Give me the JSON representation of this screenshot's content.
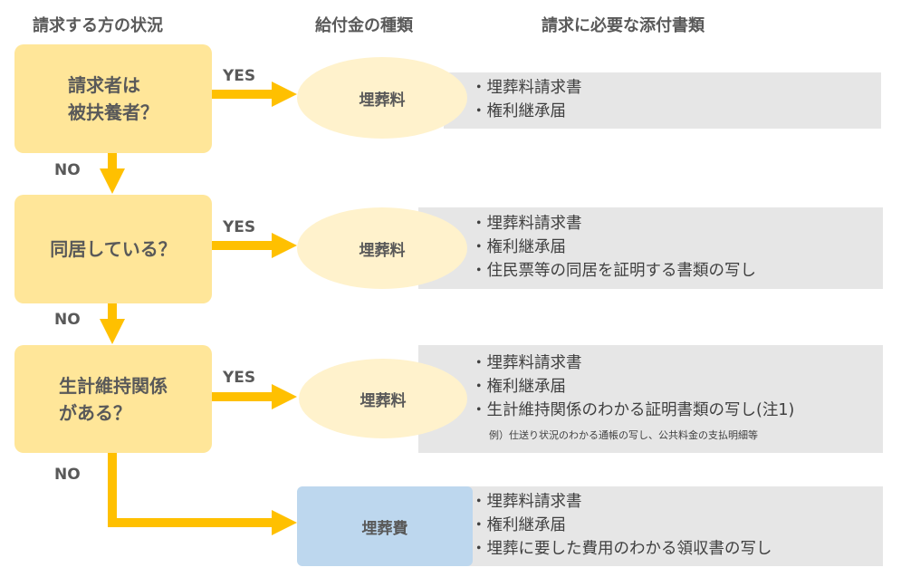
{
  "headers": {
    "situation": "請求する方の状況",
    "benefit_type": "給付金の種類",
    "documents": "請求に必要な添付書類"
  },
  "questions": [
    {
      "text": "請求者は\n被扶養者？"
    },
    {
      "text": "同居している？"
    },
    {
      "text": "生計維持関係\nがある？"
    }
  ],
  "labels": {
    "yes": "YES",
    "no": "NO"
  },
  "outcomes": [
    {
      "benefit": "埋葬料",
      "documents": [
        "・埋葬料請求書",
        "・権利継承届"
      ]
    },
    {
      "benefit": "埋葬料",
      "documents": [
        "・埋葬料請求書",
        "・権利継承届",
        "・住民票等の同居を証明する書類の写し"
      ]
    },
    {
      "benefit": "埋葬料",
      "documents": [
        "・埋葬料請求書",
        "・権利継承届",
        "・生計維持関係のわかる証明書類の写し(注1)"
      ],
      "note": "例）仕送り状況のわかる通帳の写し、公共料金の支払明細等"
    },
    {
      "benefit": "埋葬費",
      "documents": [
        "・埋葬料請求書",
        "・権利継承届",
        "・埋葬に要した費用のわかる領収書の写し"
      ]
    }
  ],
  "colors": {
    "question_fill": "#ffe699",
    "arrow": "#ffc000",
    "ellipse_fill": "#fff2cc",
    "blue_box": "#bdd7ee",
    "doc_bg": "#e6e6e6"
  }
}
